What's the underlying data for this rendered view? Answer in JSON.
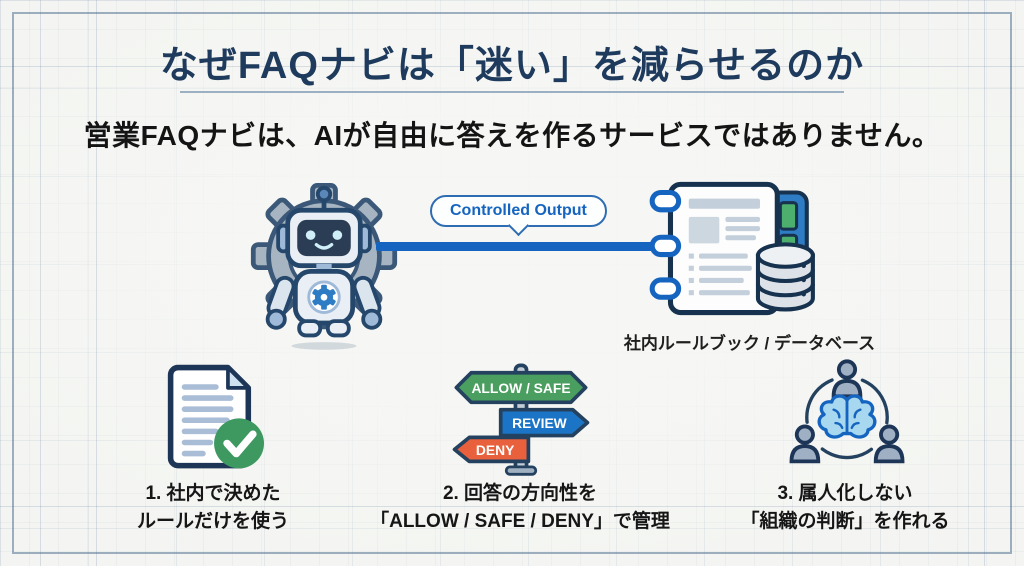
{
  "header": {
    "title": "なぜFAQナビは「迷い」を減らせるのか",
    "subtitle": "営業FAQナビは、AIが自由に答えを作るサービスではありません。"
  },
  "flow": {
    "bubble_label": "Controlled Output",
    "source_icon": "robot-in-gear-icon",
    "target_icon": "rulebook-database-icon",
    "database_label": "社内ルールブック / データベース"
  },
  "signpost": {
    "allow_safe": "ALLOW / SAFE",
    "review": "REVIEW",
    "deny": "DENY"
  },
  "points": [
    {
      "line1": "1. 社内で決めた",
      "line2": "ルールだけを使う"
    },
    {
      "line1": "2. 回答の方向性を",
      "line2": "「ALLOW / SAFE / DENY」で管理"
    },
    {
      "line1": "3. 属人化しない",
      "line2": "「組織の判断」を作れる"
    }
  ],
  "colors": {
    "title_navy": "#1e3a5c",
    "accent_blue": "#1565c0",
    "allow_green": "#4a9e5f",
    "review_blue": "#1b74c5",
    "deny_orange": "#e8603c",
    "check_green": "#3d9960",
    "frame_blue": "#547294"
  }
}
